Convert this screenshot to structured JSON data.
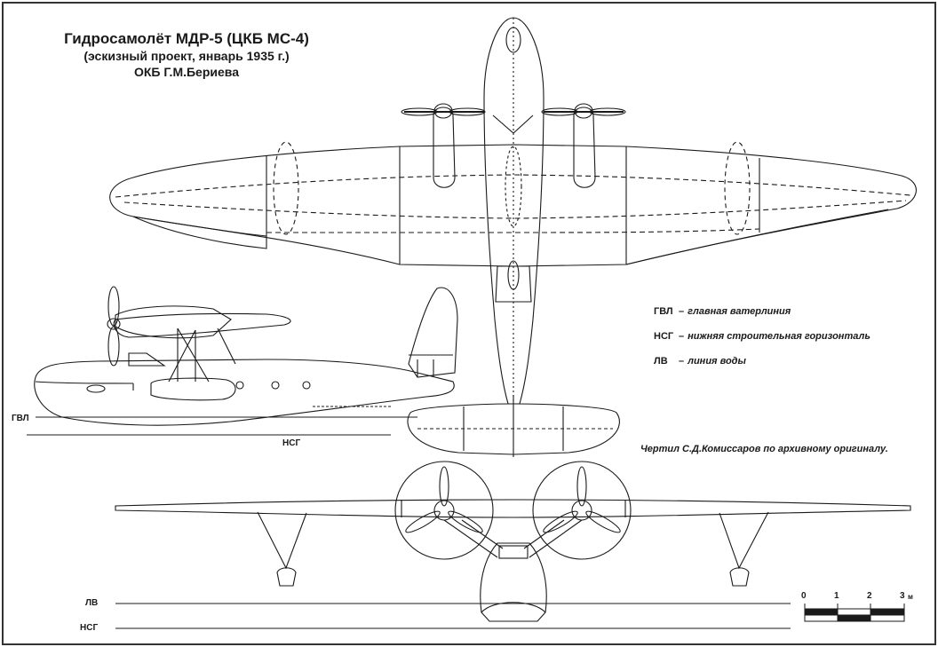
{
  "title": {
    "line1": "Гидросамолёт МДР-5 (ЦКБ МС-4)",
    "line2": "(эскизный проект, январь 1935 г.)",
    "line3": "ОКБ Г.М.Бериева"
  },
  "legend": [
    {
      "abbr": "ГВЛ",
      "desc": "главная ватерлиния"
    },
    {
      "abbr": "НСГ",
      "desc": "нижняя строительная горизонталь"
    },
    {
      "abbr": "ЛВ",
      "desc": "линия воды"
    }
  ],
  "credit": "Чертил С.Д.Комиссаров по архивному оригиналу.",
  "side_view": {
    "gvl_label": "ГВЛ",
    "nsg_label": "НСГ"
  },
  "front_view": {
    "lv_label": "ЛВ",
    "nsg_label": "НСГ"
  },
  "scale": {
    "ticks": [
      "0",
      "1",
      "2",
      "3"
    ],
    "unit": "м"
  },
  "colors": {
    "line": "#1a1a1a",
    "frame": "#333333",
    "background": "#ffffff"
  }
}
